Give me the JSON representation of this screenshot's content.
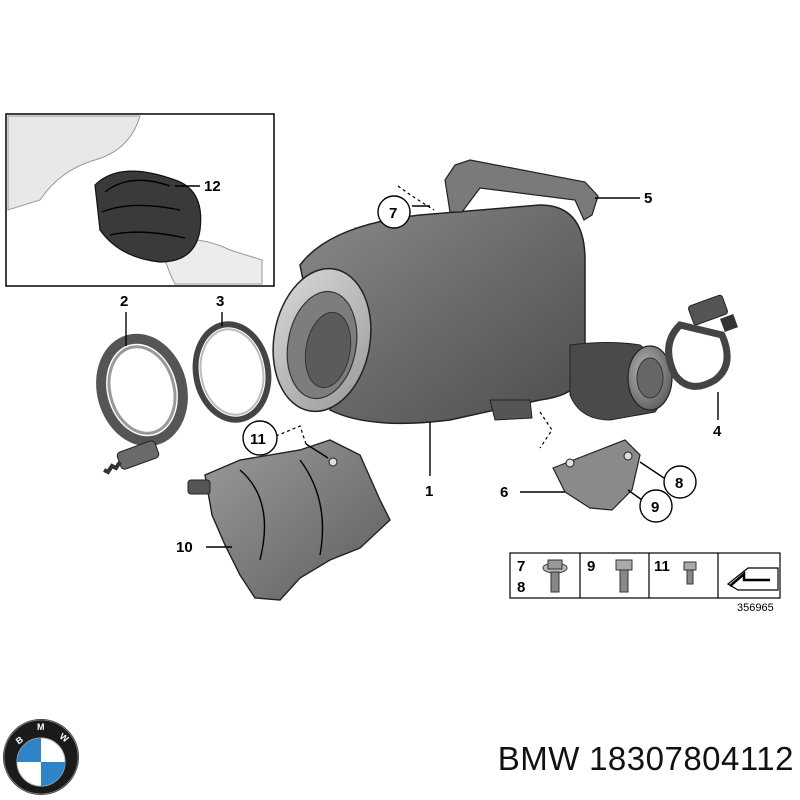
{
  "callouts": {
    "c1": "1",
    "c2": "2",
    "c3": "3",
    "c4": "4",
    "c5": "5",
    "c6": "6",
    "c7": "7",
    "c8": "8",
    "c9": "9",
    "c10": "10",
    "c11": "11",
    "c12": "12"
  },
  "legend": {
    "cell1_a": "7",
    "cell1_b": "8",
    "cell2": "9",
    "cell3": "11",
    "diagram_number": "356965"
  },
  "caption": {
    "brand": "BMW",
    "part_number": "18307804112"
  },
  "logo": {
    "letters": "BMW",
    "colors": {
      "blue": "#2e84c6",
      "white": "#ffffff",
      "ring": "#1a1a1a"
    }
  },
  "colors": {
    "part_fill": "#6f6f6f",
    "part_dark": "#4a4a4a",
    "part_light": "#a8a8a8"
  }
}
